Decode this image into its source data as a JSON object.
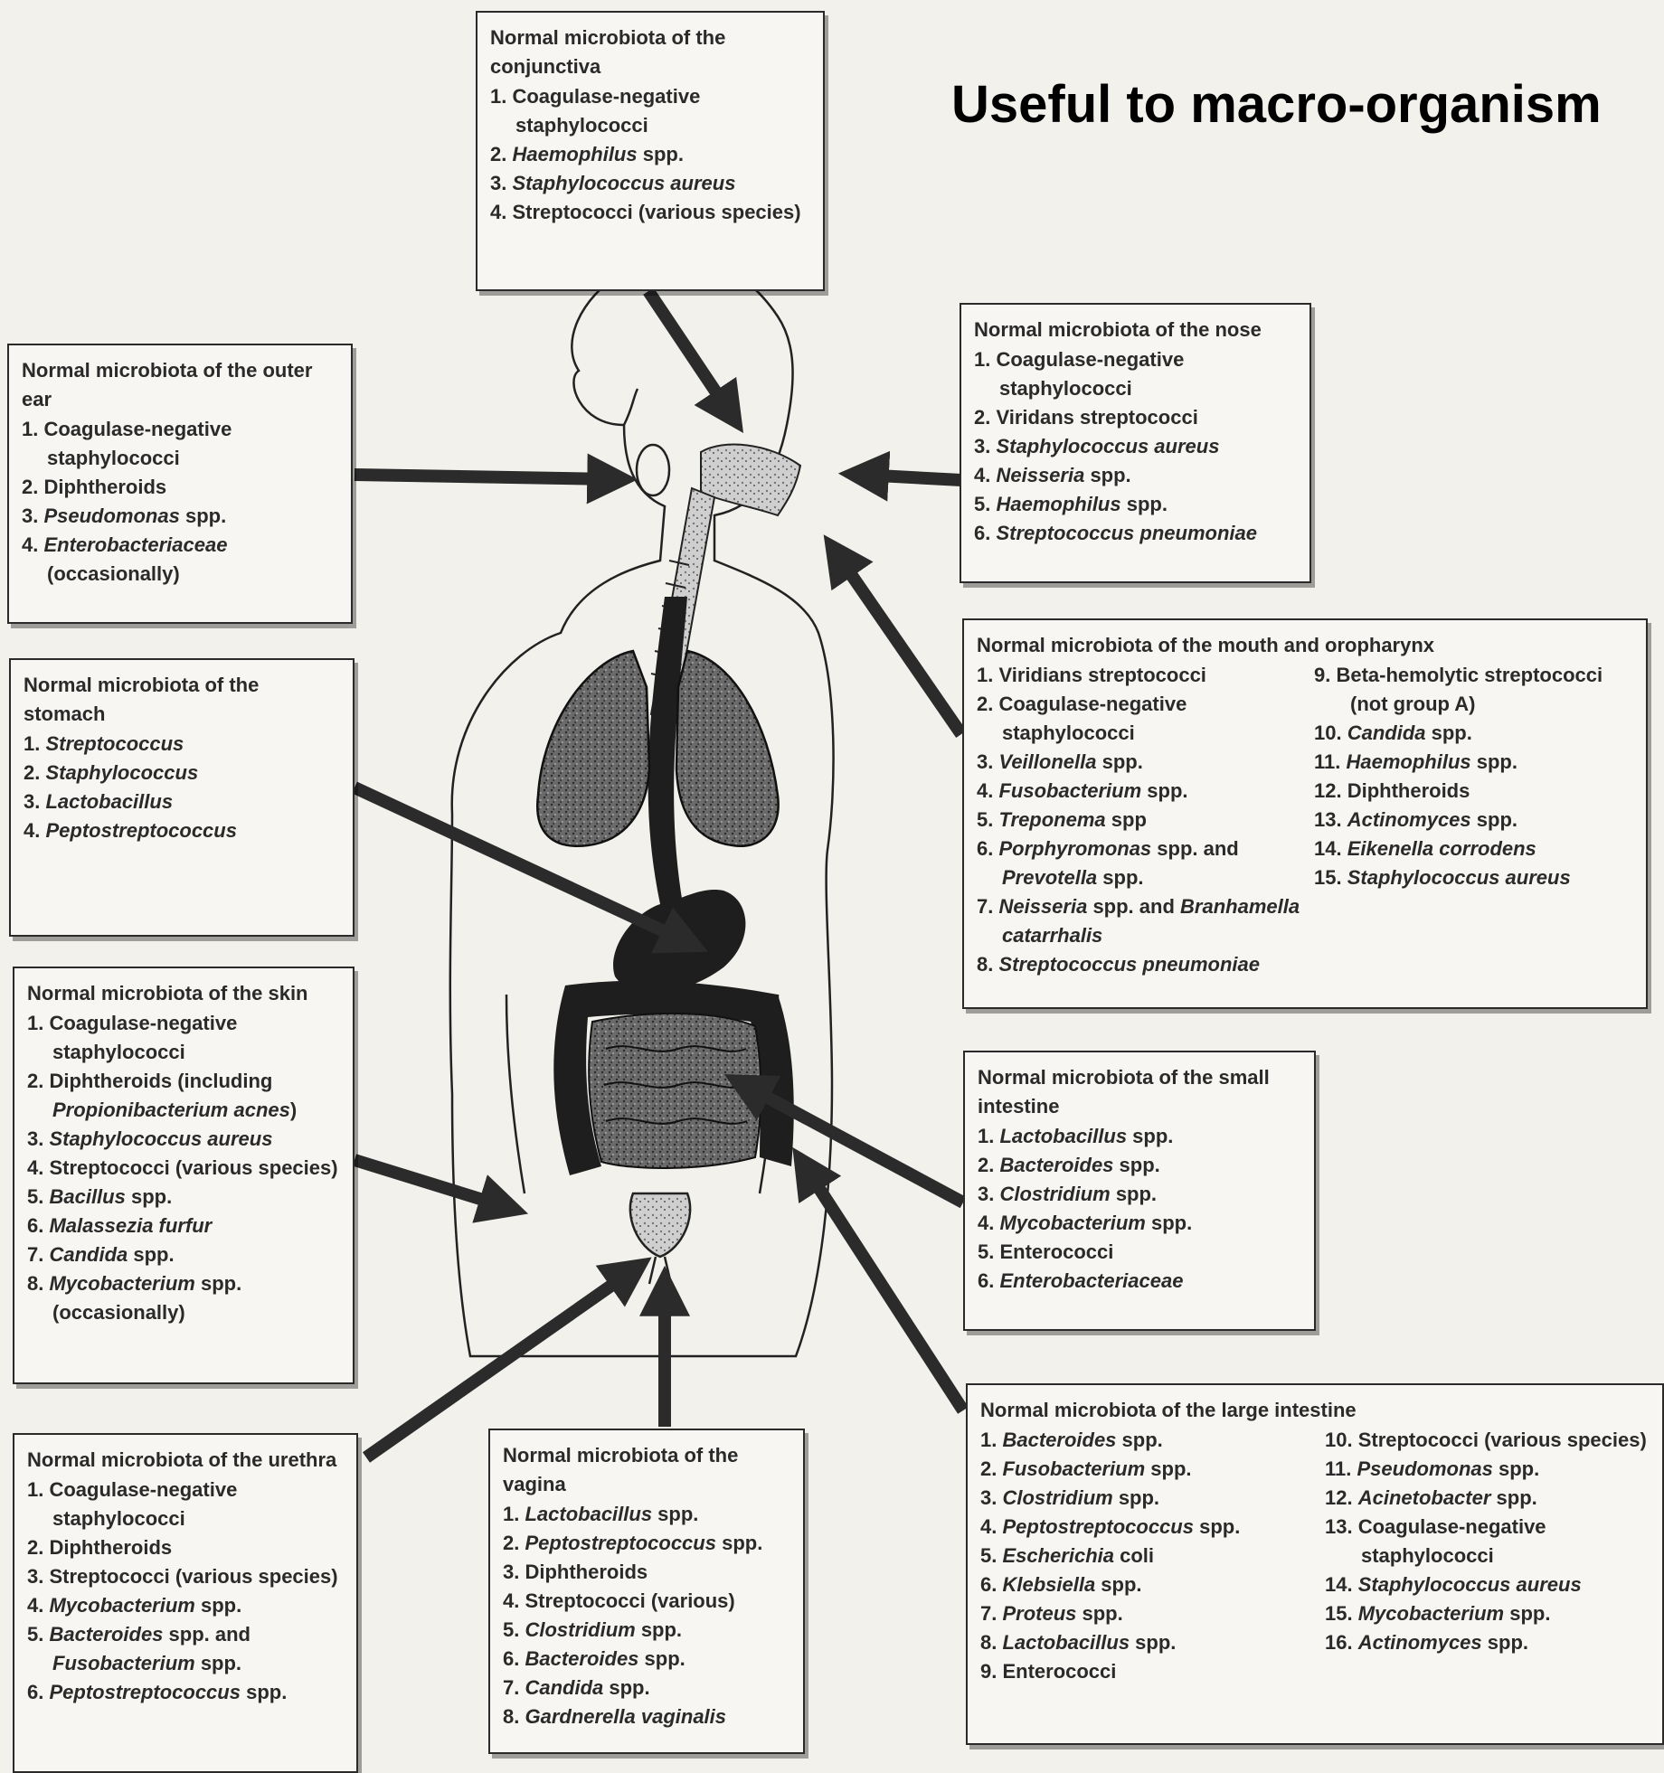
{
  "headline": "Useful to macro-organism",
  "boxes": {
    "conjunctiva": {
      "title": "Normal microbiota of the conjunctiva",
      "items": [
        "1. Coagulase-negative staphylococci",
        "2. <i>Haemophilus</i> spp.",
        "3. <i>Staphylococcus aureus</i>",
        "4. Streptococci (various species)"
      ]
    },
    "nose": {
      "title": "Normal microbiota of the nose",
      "items": [
        "1. Coagulase-negative staphylococci",
        "2. Viridans streptococci",
        "3. <i>Staphylococcus aureus</i>",
        "4. <i>Neisseria</i> spp.",
        "5. <i>Haemophilus</i> spp.",
        "6. <i>Streptococcus pneumoniae</i>"
      ]
    },
    "outer_ear": {
      "title": "Normal microbiota of the outer ear",
      "items": [
        "1. Coagulase-negative staphylococci",
        "2. Diphtheroids",
        "3. <i>Pseudomonas</i> spp.",
        "4. <i>Enterobacteriaceae</i> (occasionally)"
      ]
    },
    "stomach": {
      "title": "Normal microbiota of the stomach",
      "items": [
        "1. <i>Streptococcus</i>",
        "2. <i>Staphylococcus</i>",
        "3. <i>Lactobacillus</i>",
        "4. <i>Peptostreptococcus</i>"
      ]
    },
    "mouth": {
      "title": "Normal microbiota of the mouth and oropharynx",
      "col1": [
        "1. Viridians streptococci",
        "2. Coagulase-negative staphylococci",
        "3. <i>Veillonella</i> spp.",
        "4. <i>Fusobacterium</i> spp.",
        "5. <i>Treponema</i> spp",
        "6. <i>Porphyromonas</i> spp. and <i>Prevotella</i> spp.",
        "7. <i>Neisseria</i> spp. and <i>Branhamella catarrhalis</i>",
        "8. <i>Streptococcus pneumoniae</i>"
      ],
      "col2": [
        "9. Beta-hemolytic streptococci (not group A)",
        "10. <i>Candida</i> spp.",
        "11. <i>Haemophilus</i> spp.",
        "12. Diphtheroids",
        "13. <i>Actinomyces</i> spp.",
        "14. <i>Eikenella corrodens</i>",
        "15. <i>Staphylococcus aureus</i>"
      ]
    },
    "skin": {
      "title": "Normal microbiota of the skin",
      "items": [
        "1. Coagulase-negative staphylococci",
        "2. Diphtheroids (including <i>Propionibacterium acnes</i>)",
        "3. <i>Staphylococcus aureus</i>",
        "4. Streptococci (various species)",
        "5. <i>Bacillus</i> spp.",
        "6. <i>Malassezia furfur</i>",
        "7. <i>Candida</i> spp.",
        "8. <i>Mycobacterium</i> spp. (occasionally)"
      ]
    },
    "small_intestine": {
      "title": "Normal microbiota of the small intestine",
      "items": [
        "1. <i>Lactobacillus</i> spp.",
        "2. <i>Bacteroides</i> spp.",
        "3. <i>Clostridium</i> spp.",
        "4. <i>Mycobacterium</i> spp.",
        "5. Enterococci",
        "6. <i>Enterobacteriaceae</i>"
      ]
    },
    "large_intestine": {
      "title": "Normal microbiota of the large intestine",
      "col1": [
        "1. <i>Bacteroides</i> spp.",
        "2. <i>Fusobacterium</i> spp.",
        "3. <i>Clostridium</i> spp.",
        "4. <i>Peptostreptococcus</i> spp.",
        "5. <i>Escherichia</i> coli",
        "6. <i>Klebsiella</i> spp.",
        "7. <i>Proteus</i> spp.",
        "8. <i>Lactobacillus</i> spp.",
        "9. Enterococci"
      ],
      "col2": [
        "10. Streptococci (various species)",
        "11. <i>Pseudomonas</i> spp.",
        "12. <i>Acinetobacter</i> spp.",
        "13. Coagulase-negative staphylococci",
        "14. <i>Staphylococcus aureus</i>",
        "15. <i>Mycobacterium</i> spp.",
        "16. <i>Actinomyces</i> spp."
      ]
    },
    "urethra": {
      "title": "Normal microbiota of the urethra",
      "items": [
        "1. Coagulase-negative staphylococci",
        "2. Diphtheroids",
        "3. Streptococci (various species)",
        "4. <i>Mycobacterium</i> spp.",
        "5. <i>Bacteroides</i> spp. and <i>Fusobacterium</i> spp.",
        "6. <i>Peptostreptococcus</i> spp."
      ]
    },
    "vagina": {
      "title": "Normal microbiota of the vagina",
      "items": [
        "1. <i>Lactobacillus</i> spp.",
        "2. <i>Peptostreptococcus</i> spp.",
        "3. Diphtheroids",
        "4. Streptococci (various)",
        "5. <i>Clostridium</i> spp.",
        "6. <i>Bacteroides</i> spp.",
        "7. <i>Candida</i> spp.",
        "8. <i>Gardnerella vaginalis</i>"
      ]
    }
  }
}
